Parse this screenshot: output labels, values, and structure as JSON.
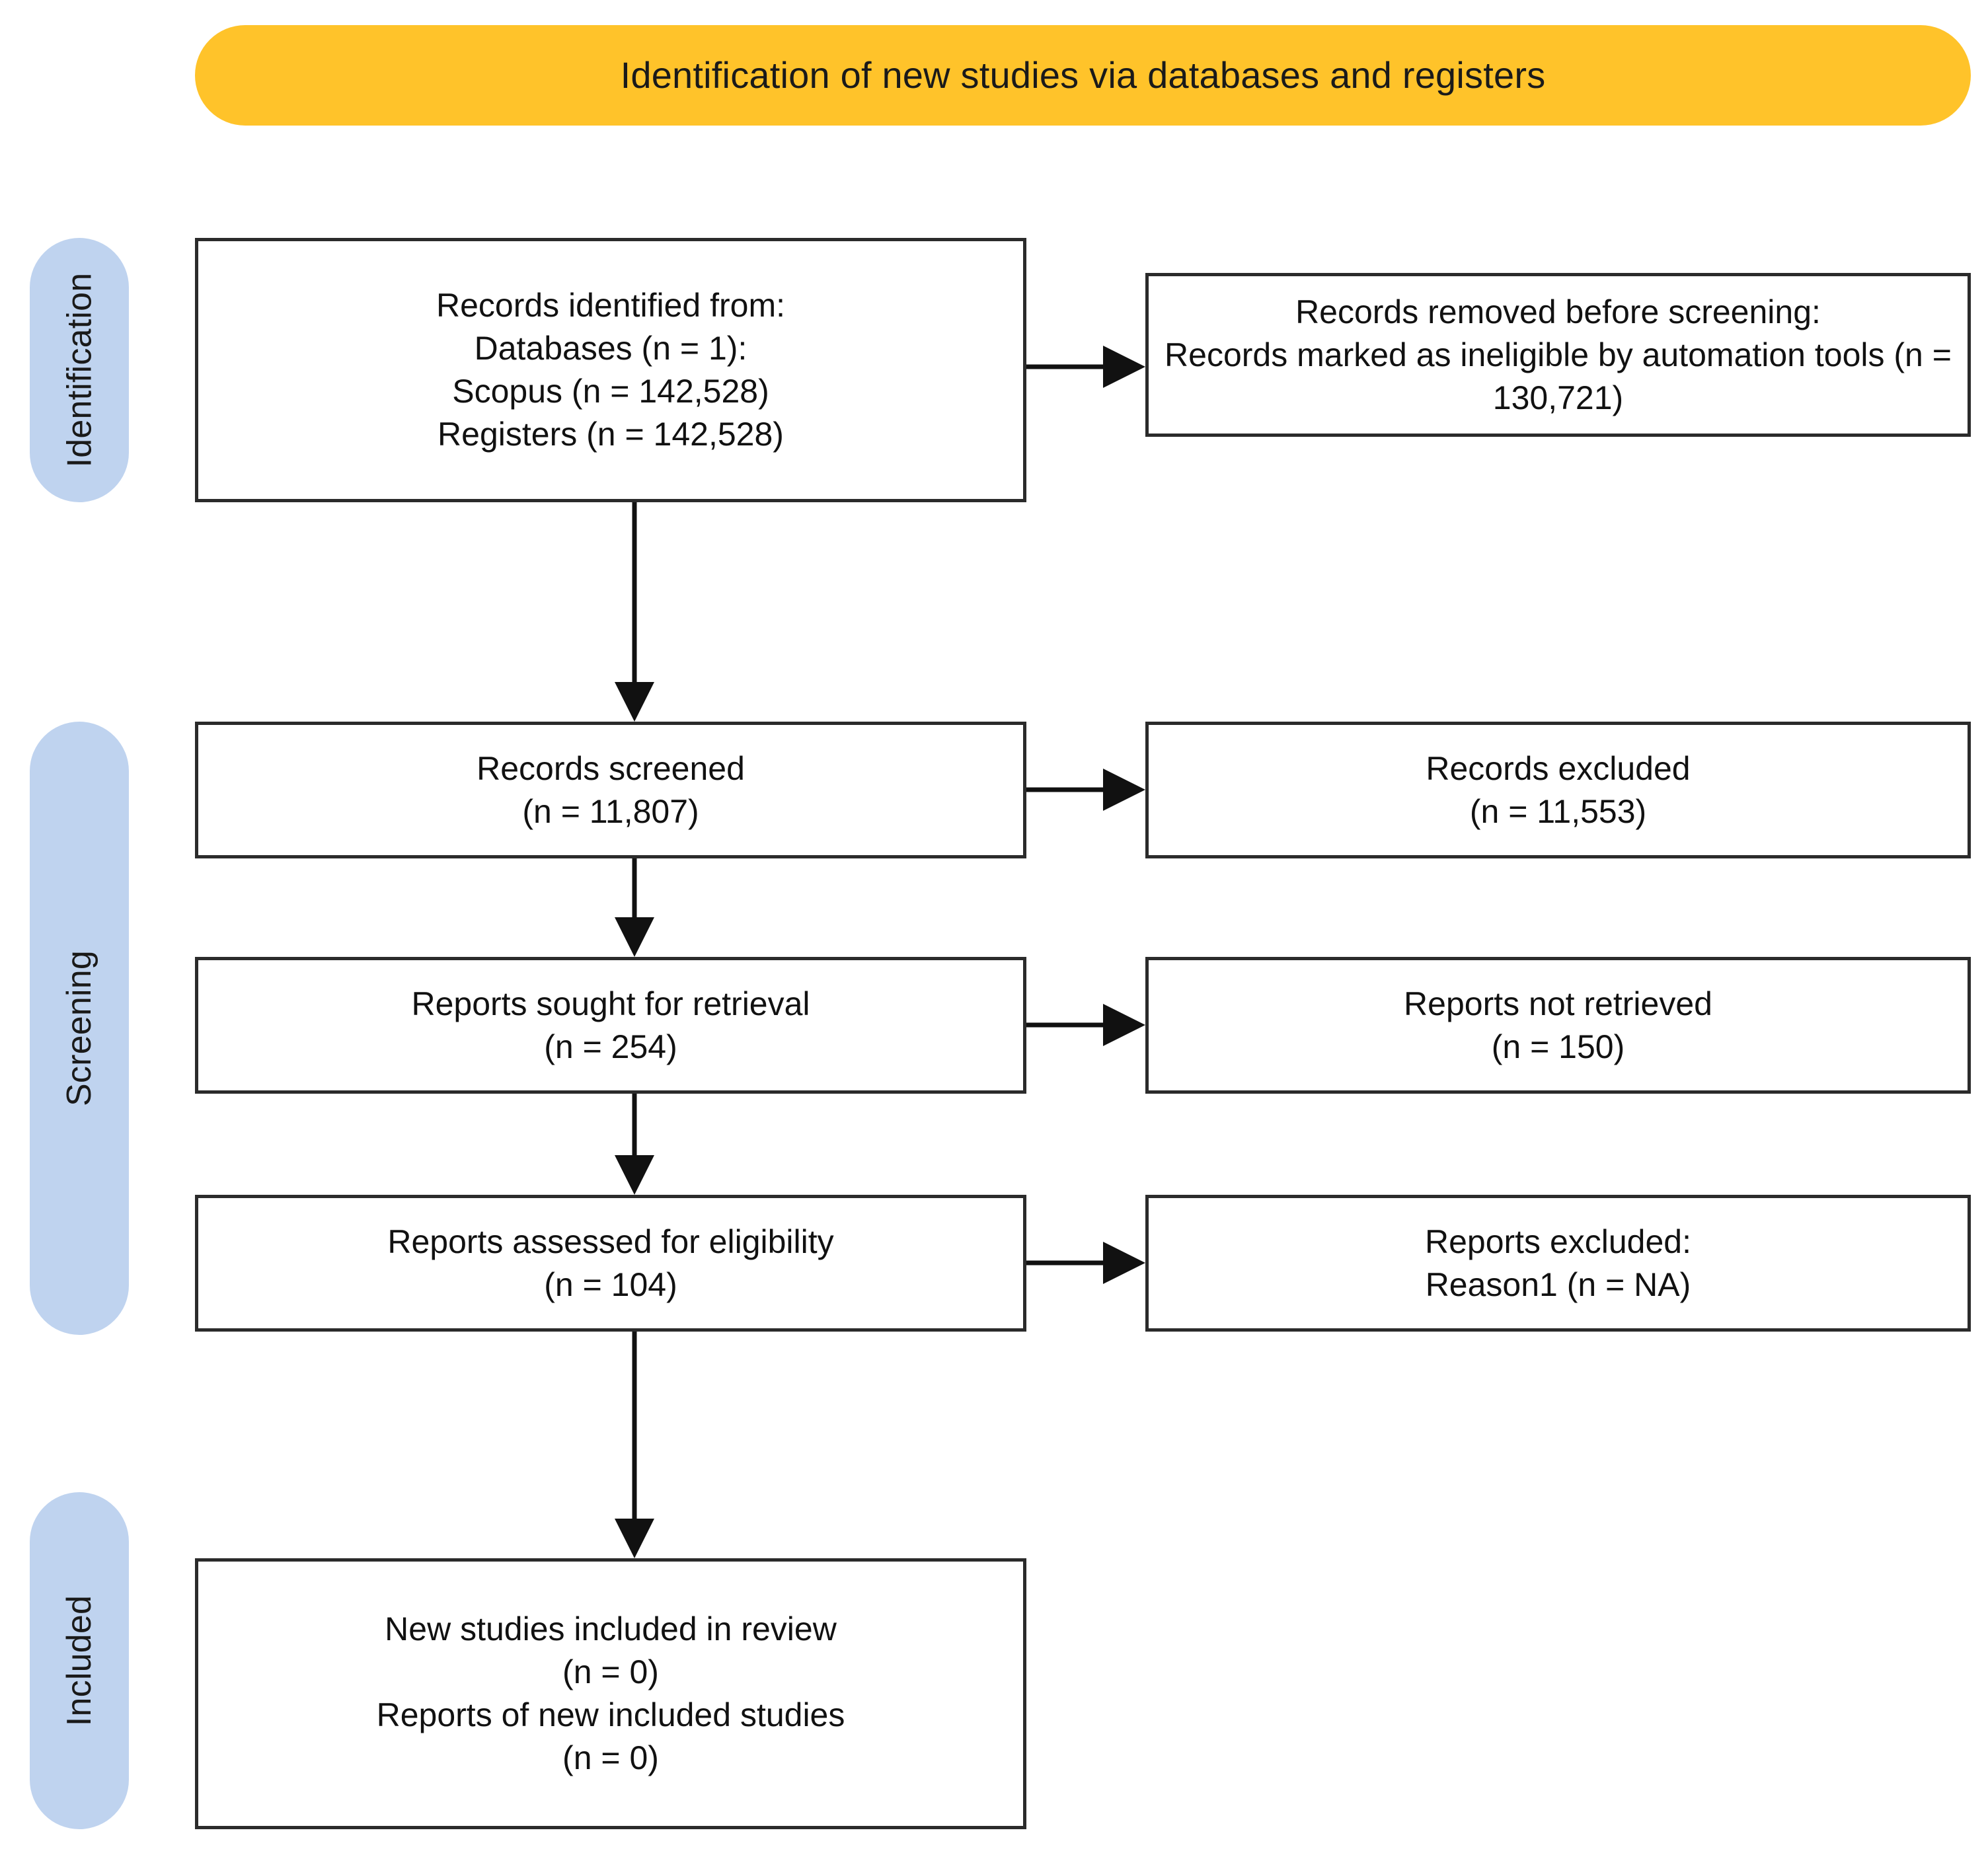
{
  "diagram": {
    "type": "prisma-flow-diagram",
    "title": "Identification of new studies via databases and registers",
    "background_color": "#FFFFFF",
    "banner_color": "#FFC32A",
    "stage_bar_color": "#BFD3EF",
    "box_border_color": "#2B2B2B"
  },
  "header": {
    "label": "Identification of new studies via databases and registers"
  },
  "stages": [
    {
      "id": "identification",
      "label": "Identification"
    },
    {
      "id": "screening",
      "label": "Screening"
    },
    {
      "id": "included",
      "label": "Included"
    }
  ],
  "boxes": {
    "identified": {
      "name": "records-identified",
      "lines": [
        "Records identified from:",
        "Databases (n = 1):",
        "Scopus (n = 142,528)",
        "Registers (n = 142,528)"
      ]
    },
    "removed": {
      "name": "records-removed-before-screening",
      "lines": [
        "Records removed before screening:",
        "Records marked as ineligible by automation tools (n = 130,721)"
      ]
    },
    "screened": {
      "name": "records-screened",
      "lines": [
        "Records screened",
        "(n = 11,807)"
      ]
    },
    "excluded": {
      "name": "records-excluded",
      "lines": [
        "Records excluded",
        "(n = 11,553)"
      ]
    },
    "sought": {
      "name": "reports-sought-for-retrieval",
      "lines": [
        "Reports sought for retrieval",
        "(n = 254)"
      ]
    },
    "not_retrieved": {
      "name": "reports-not-retrieved",
      "lines": [
        "Reports not retrieved",
        "(n = 150)"
      ]
    },
    "assessed": {
      "name": "reports-assessed-for-eligibility",
      "lines": [
        "Reports assessed for eligibility",
        "(n = 104)"
      ]
    },
    "reports_excluded": {
      "name": "reports-excluded",
      "lines": [
        "Reports excluded:",
        "Reason1 (n = NA)"
      ]
    },
    "included": {
      "name": "new-studies-included",
      "lines": [
        "New studies included in review",
        "(n = 0)",
        "Reports of new included studies",
        "(n = 0)"
      ]
    }
  },
  "chart_data": {
    "type": "flowchart",
    "title": "Identification of new studies via databases and registers",
    "stages": [
      "Identification",
      "Screening",
      "Included"
    ],
    "nodes": [
      {
        "id": "identified",
        "stage": "Identification",
        "label": "Records identified from: Databases (n = 1): Scopus (n = 142,528) Registers (n = 142,528)",
        "value": 142528
      },
      {
        "id": "removed",
        "stage": "Identification",
        "label": "Records removed before screening: Records marked as ineligible by automation tools (n = 130,721)",
        "value": 130721
      },
      {
        "id": "screened",
        "stage": "Screening",
        "label": "Records screened (n = 11,807)",
        "value": 11807
      },
      {
        "id": "excluded",
        "stage": "Screening",
        "label": "Records excluded (n = 11,553)",
        "value": 11553
      },
      {
        "id": "sought",
        "stage": "Screening",
        "label": "Reports sought for retrieval (n = 254)",
        "value": 254
      },
      {
        "id": "not_retrieved",
        "stage": "Screening",
        "label": "Reports not retrieved (n = 150)",
        "value": 150
      },
      {
        "id": "assessed",
        "stage": "Screening",
        "label": "Reports assessed for eligibility (n = 104)",
        "value": 104
      },
      {
        "id": "reports_excluded",
        "stage": "Screening",
        "label": "Reports excluded: Reason1 (n = NA)",
        "value": "NA"
      },
      {
        "id": "included",
        "stage": "Included",
        "label": "New studies included in review (n = 0) Reports of new included studies (n = 0)",
        "value": 0
      }
    ],
    "edges": [
      {
        "from": "identified",
        "to": "removed",
        "direction": "right"
      },
      {
        "from": "identified",
        "to": "screened",
        "direction": "down"
      },
      {
        "from": "screened",
        "to": "excluded",
        "direction": "right"
      },
      {
        "from": "screened",
        "to": "sought",
        "direction": "down"
      },
      {
        "from": "sought",
        "to": "not_retrieved",
        "direction": "right"
      },
      {
        "from": "sought",
        "to": "assessed",
        "direction": "down"
      },
      {
        "from": "assessed",
        "to": "reports_excluded",
        "direction": "right"
      },
      {
        "from": "assessed",
        "to": "included",
        "direction": "down"
      }
    ]
  }
}
